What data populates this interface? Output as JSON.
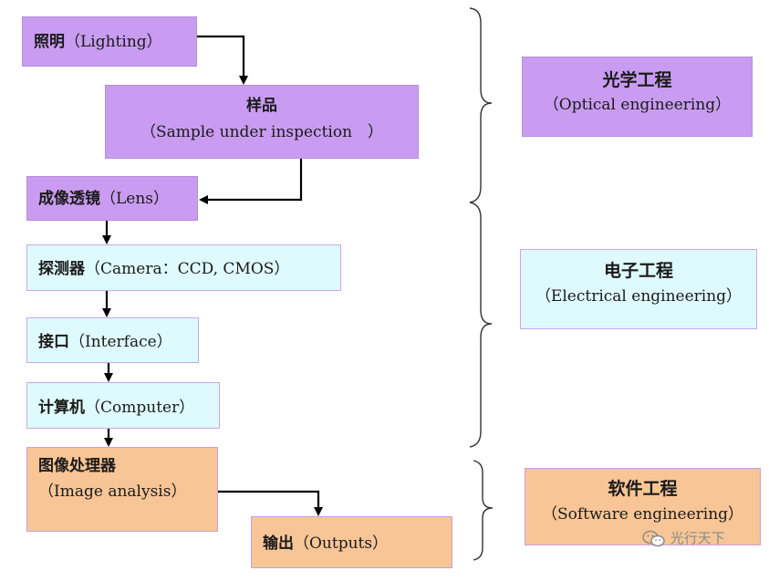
{
  "flow": {
    "lighting": {
      "cn": "照明",
      "en": "（Lighting）"
    },
    "sample": {
      "cn": "样品",
      "en": "（Sample under inspection　）"
    },
    "lens": {
      "cn": "成像透镜",
      "en": "（Lens）"
    },
    "camera": {
      "cn": "探测器",
      "en": "（Camera：CCD, CMOS）"
    },
    "interface": {
      "cn": "接口",
      "en": "（Interface）"
    },
    "computer": {
      "cn": "计算机",
      "en": "（Computer）"
    },
    "image_analysis": {
      "cn": "图像处理器",
      "en": "（Image analysis）"
    },
    "outputs": {
      "cn": "输出",
      "en": "（Outputs）"
    }
  },
  "categories": {
    "optical": {
      "cn": "光学工程",
      "en": "（Optical engineering）"
    },
    "electrical": {
      "cn": "电子工程",
      "en": "（Electrical engineering）"
    },
    "software": {
      "cn": "软件工程",
      "en": "（Software engineering）"
    }
  },
  "watermark": "光行天下",
  "colors": {
    "optical": "#c99cf1",
    "electrical": "#dffafd",
    "software": "#f8c596",
    "arrow": "#000000"
  }
}
